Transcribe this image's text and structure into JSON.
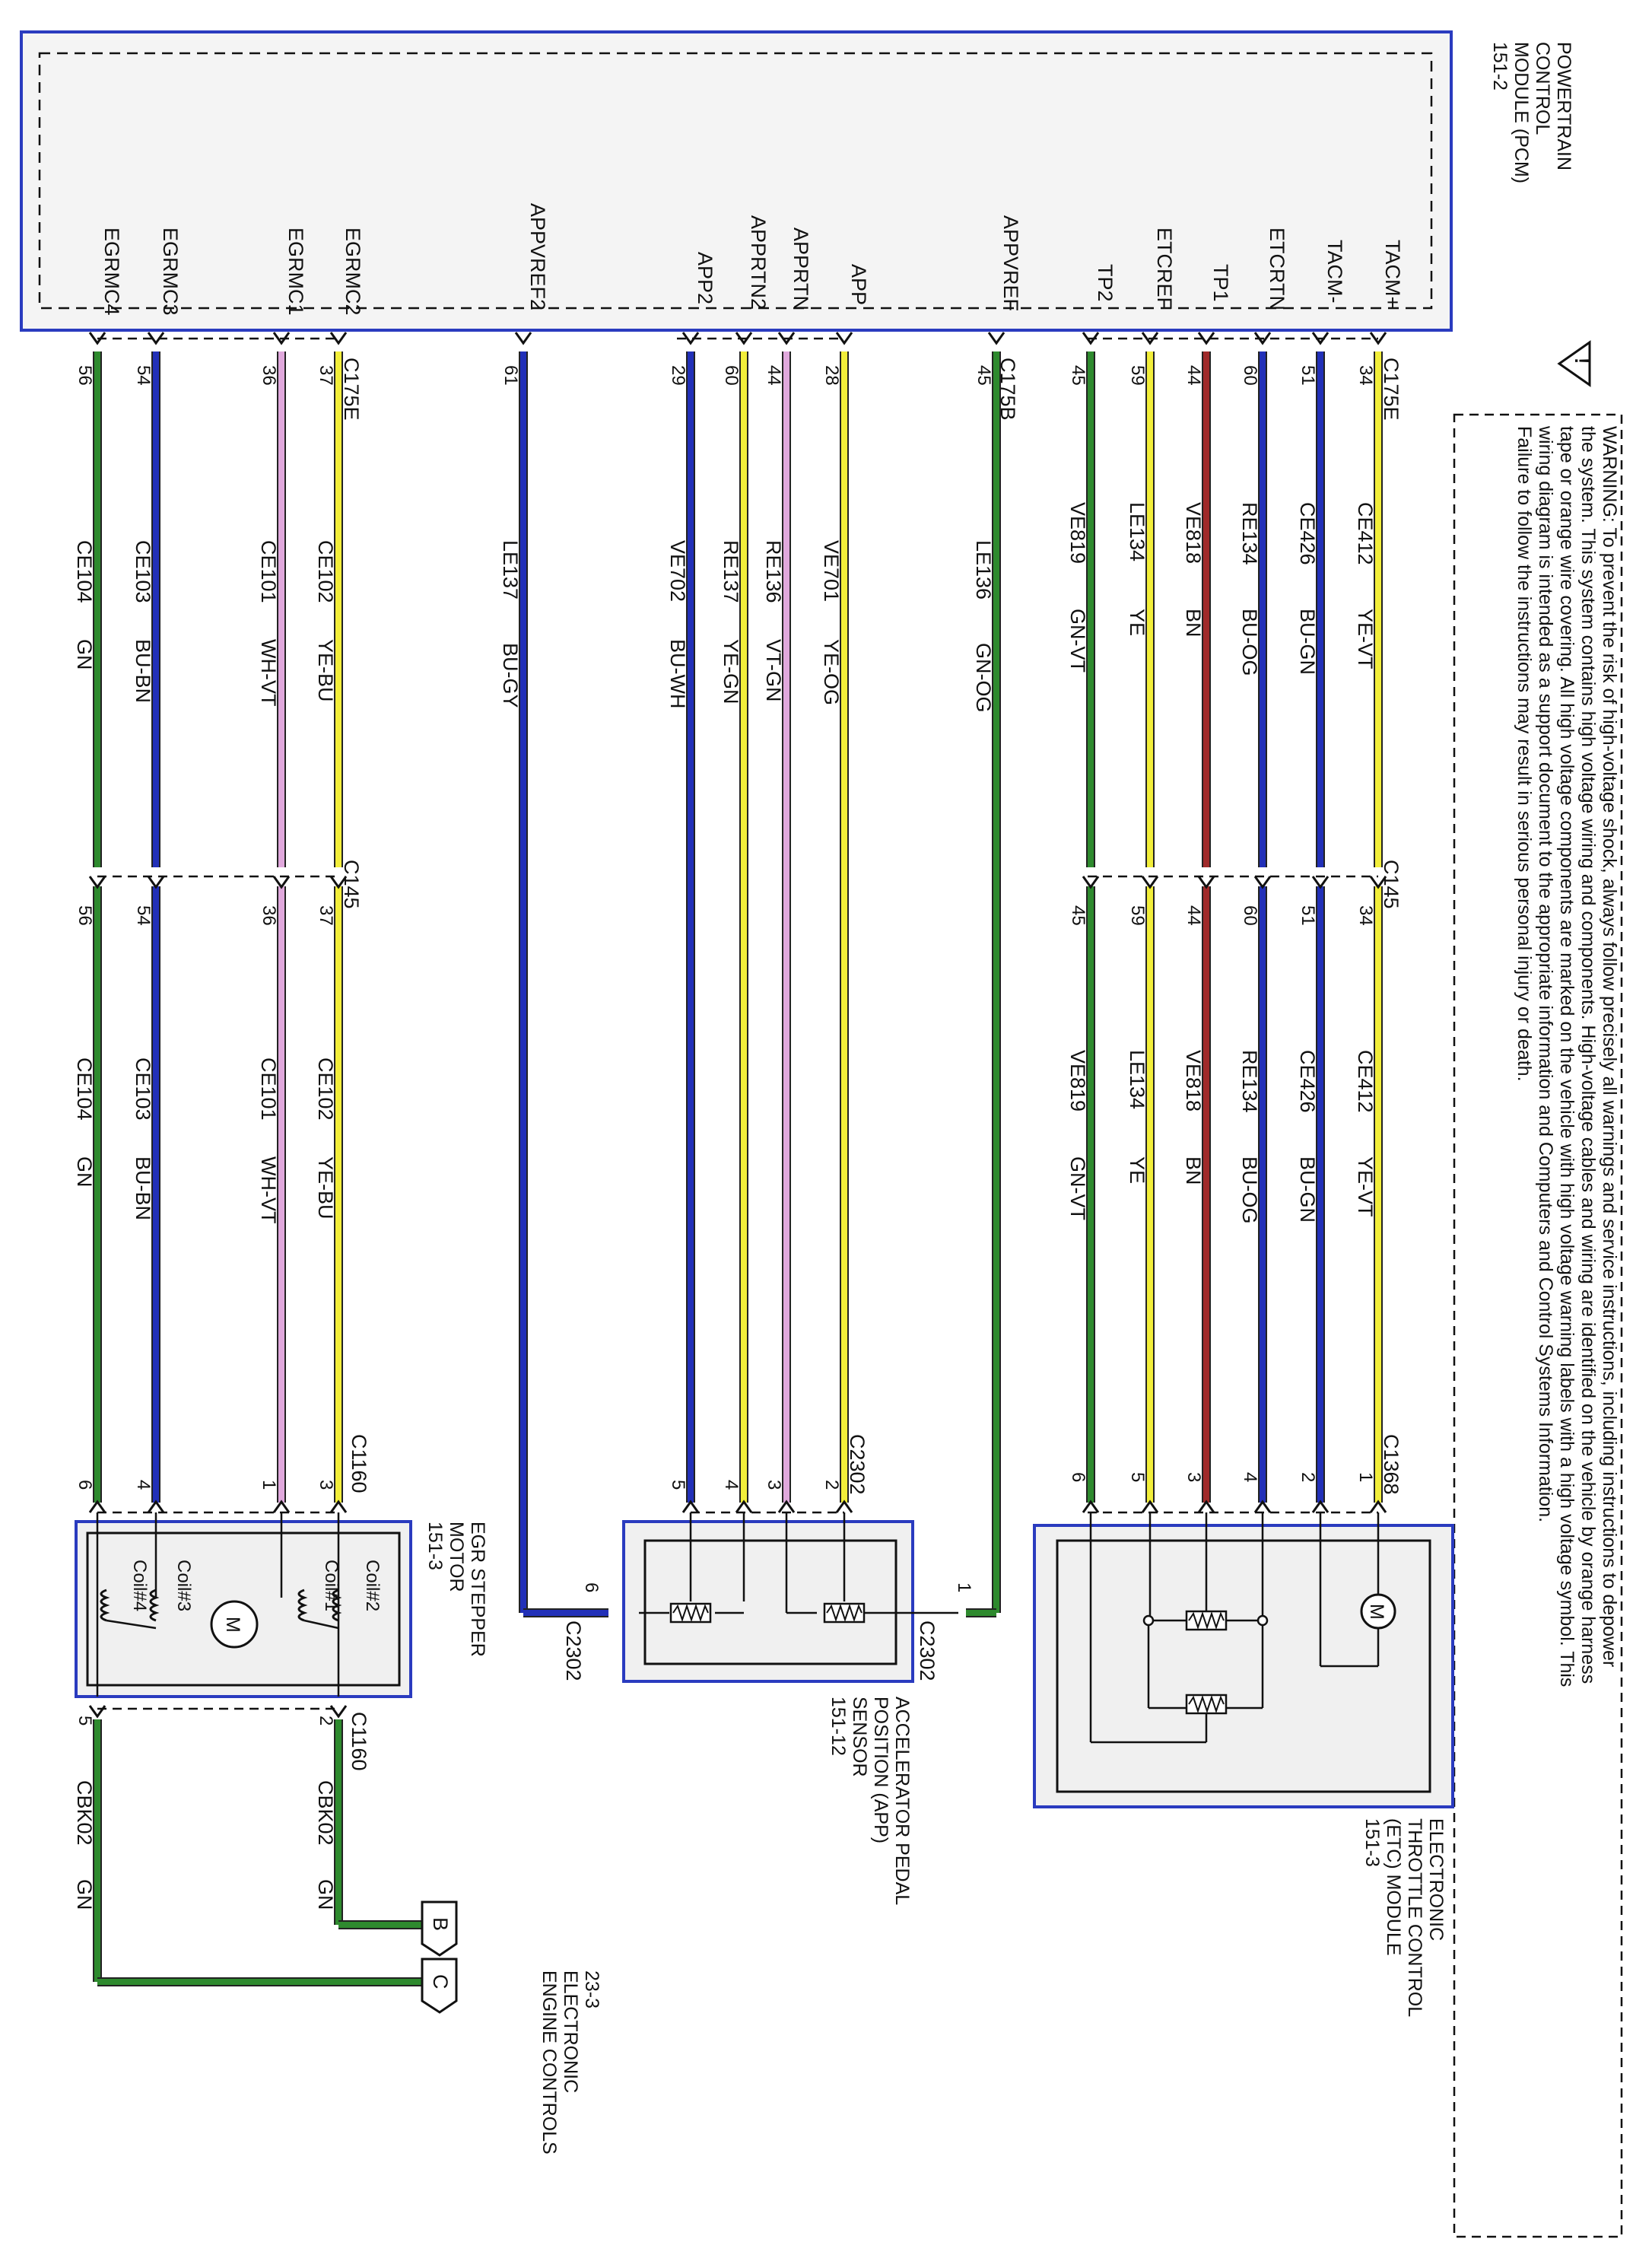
{
  "pcm": {
    "title_lines": [
      "POWERTRAIN",
      "CONTROL",
      "MODULE (PCM)",
      "151-2"
    ],
    "signals": [
      "TACM+",
      "TACM-",
      "ETCRTN",
      "TP1",
      "ETCREF",
      "TP2",
      "APPVREF",
      "APP",
      "APPRTN",
      "APPRTN2",
      "APP2",
      "APPVREF2",
      "EGRMC2",
      "EGRMC1",
      "EGRMC3",
      "EGRMC4"
    ]
  },
  "connectors": {
    "c175e_top": "C175E",
    "c175b": "C175B",
    "c175e_bottom": "C175E",
    "c145_top": "C145",
    "c145_bottom": "C145",
    "c1368": "C1368",
    "c2302_pins": "C2302",
    "c2302_pin1": "C2302",
    "c2302_pin6": "C2302",
    "c1160_top": "C1160",
    "c1160_out": "C1160"
  },
  "warning": {
    "lines": [
      "WARNING: To prevent the risk of high-voltage shock, always follow precisely all warnings and service instructions, including instructions to depower",
      "the system. This system contains high voltage wiring and components. High-voltage cables and wiring are identified on the vehicle by orange harness",
      "tape or orange wire covering. All high voltage components are marked on the vehicle with high voltage warning labels with a high voltage symbol. This",
      "wiring diagram is intended as a support document to the appropriate information  and  Computers and Control  Systems Information.",
      "Failure to follow the instructions may result in serious personal injury or death."
    ],
    "symbol": "!"
  },
  "etc_group": {
    "pcm_pins": [
      "34",
      "51",
      "60",
      "44",
      "59",
      "45"
    ],
    "c145_pins": [
      "34",
      "51",
      "60",
      "44",
      "59",
      "45"
    ],
    "circuits": [
      "CE412",
      "CE426",
      "RE134",
      "VE818",
      "LE134",
      "VE819"
    ],
    "colors": [
      "YE-VT",
      "BU-GN",
      "BU-OG",
      "BN",
      "YE",
      "GN-VT"
    ],
    "module_pins": [
      "1",
      "2",
      "4",
      "3",
      "5",
      "6"
    ],
    "wire_hex": [
      "#f2ee3a",
      "#2230b8",
      "#2230b8",
      "#a02a2a",
      "#f2ee3a",
      "#2e8a2e"
    ]
  },
  "appvref_wire": {
    "pcm_pin": "45",
    "circuit": "LE136",
    "color": "GN-OG",
    "module_pin": "1",
    "hex": "#2e8a2e"
  },
  "app_group": {
    "pcm_pins": [
      "28",
      "44",
      "60",
      "29"
    ],
    "circuits": [
      "VE701",
      "RE136",
      "RE137",
      "VE702"
    ],
    "colors": [
      "YE-OG",
      "VT-GN",
      "YE-GN",
      "BU-WH"
    ],
    "module_pins": [
      "2",
      "3",
      "4",
      "5"
    ],
    "wire_hex": [
      "#f2ee3a",
      "#e0a8dc",
      "#f2ee3a",
      "#2230b8"
    ]
  },
  "appvref2_wire": {
    "pcm_pin": "61",
    "circuit": "LE137",
    "color": "BU-GY",
    "module_pin": "6",
    "hex": "#2230b8"
  },
  "egr_group": {
    "pcm_pins": [
      "37",
      "36",
      "54",
      "56"
    ],
    "c145_pins": [
      "37",
      "36",
      "54",
      "56"
    ],
    "circuits": [
      "CE102",
      "CE101",
      "CE103",
      "CE104"
    ],
    "colors": [
      "YE-BU",
      "WH-VT",
      "BU-BN",
      "GN"
    ],
    "module_pins": [
      "3",
      "1",
      "4",
      "6"
    ],
    "wire_hex": [
      "#f2ee3a",
      "#e0a8dc",
      "#2230b8",
      "#2e8a2e"
    ]
  },
  "egr_out": {
    "pins": [
      "2",
      "5"
    ],
    "circuits": [
      "CBK02",
      "CBK02"
    ],
    "colors": [
      "GN",
      "GN"
    ],
    "refs": [
      "B",
      "C"
    ]
  },
  "modules": {
    "etc_title": [
      "ELECTRONIC",
      "THROTTLE CONTROL",
      "(ETC) MODULE",
      "151-3"
    ],
    "app_title": [
      "ACCELERATOR PEDAL",
      "POSITION (APP)",
      "SENSOR",
      "151-12"
    ],
    "egr_title": [
      "EGR STEPPER",
      "MOTOR",
      "151-3"
    ],
    "egr_coils": [
      "Coil#2",
      "Coil#1",
      "Coil#3",
      "Coil#4"
    ],
    "motor_symbol": "M"
  },
  "engine_controls_ref": [
    "23-3",
    "ELECTRONIC",
    "ENGINE CONTROLS"
  ]
}
